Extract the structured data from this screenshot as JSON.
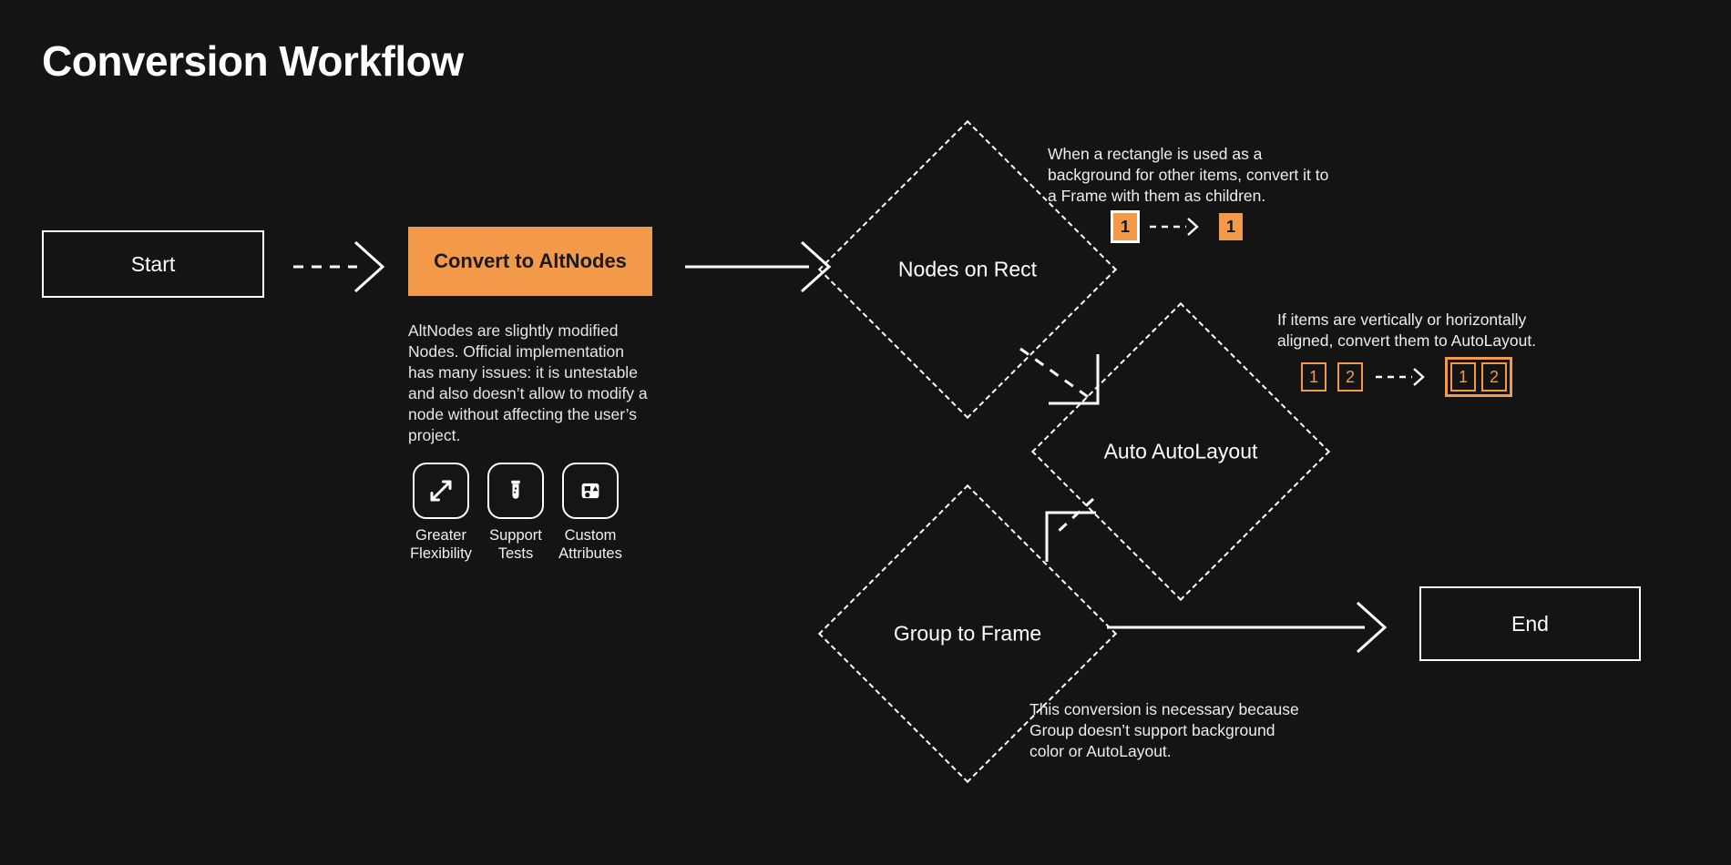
{
  "title": "Conversion Workflow",
  "colors": {
    "background": "#141414",
    "accent_orange": "#F2994A",
    "stroke_white": "#FFFFFF",
    "text_primary": "#FFFFFF",
    "text_secondary": "#EDEDED"
  },
  "nodes": {
    "start": {
      "label": "Start",
      "type": "terminal"
    },
    "convert": {
      "label": "Convert to AltNodes",
      "type": "process-highlight"
    },
    "nodes_on_rect": {
      "label": "Nodes on Rect",
      "type": "decision"
    },
    "auto_autolayout": {
      "label": "Auto AutoLayout",
      "type": "decision"
    },
    "group_to_frame": {
      "label": "Group to Frame",
      "type": "decision"
    },
    "end": {
      "label": "End",
      "type": "terminal"
    }
  },
  "notes": {
    "altnodes": "AltNodes are slightly modified Nodes. Official implementation has many issues: it is untestable and also doesn’t allow to modify a node without affecting the user’s project.",
    "nodes_on_rect": "When a rectangle is used as a background for other items, convert it to a Frame with them as children.",
    "auto_autolayout": "If items are vertically or horizontally aligned, convert them to AutoLayout.",
    "group_to_frame": "This conversion is necessary because Group doesn’t support background color or AutoLayout."
  },
  "features": [
    {
      "icon": "expand-arrows-icon",
      "label": "Greater\nFlexibility"
    },
    {
      "icon": "test-tube-icon",
      "label": "Support\nTests"
    },
    {
      "icon": "shapes-attributes-icon",
      "label": "Custom\nAttributes"
    }
  ],
  "badge_demos": {
    "rect": {
      "before": [
        {
          "value": "1",
          "style": "filled-outlined"
        }
      ],
      "after": [
        {
          "value": "1",
          "style": "filled"
        }
      ],
      "arrow": "dashed-arrow-icon"
    },
    "autolayout": {
      "before": [
        {
          "value": "1",
          "style": "outline"
        },
        {
          "value": "2",
          "style": "outline"
        }
      ],
      "after": [
        {
          "value": "1",
          "style": "outline"
        },
        {
          "value": "2",
          "style": "outline"
        }
      ],
      "after_grouped": true,
      "arrow": "dashed-arrow-icon"
    }
  },
  "connectors": [
    {
      "from": "start",
      "to": "convert",
      "style": "dashed",
      "head": "chevron"
    },
    {
      "from": "convert",
      "to": "nodes_on_rect",
      "style": "solid",
      "head": "chevron"
    },
    {
      "from": "nodes_on_rect",
      "to": "auto_autolayout",
      "style": "dashed",
      "head": "corner"
    },
    {
      "from": "auto_autolayout",
      "to": "group_to_frame",
      "style": "dashed",
      "head": "corner"
    },
    {
      "from": "group_to_frame",
      "to": "end",
      "style": "solid",
      "head": "chevron"
    }
  ]
}
